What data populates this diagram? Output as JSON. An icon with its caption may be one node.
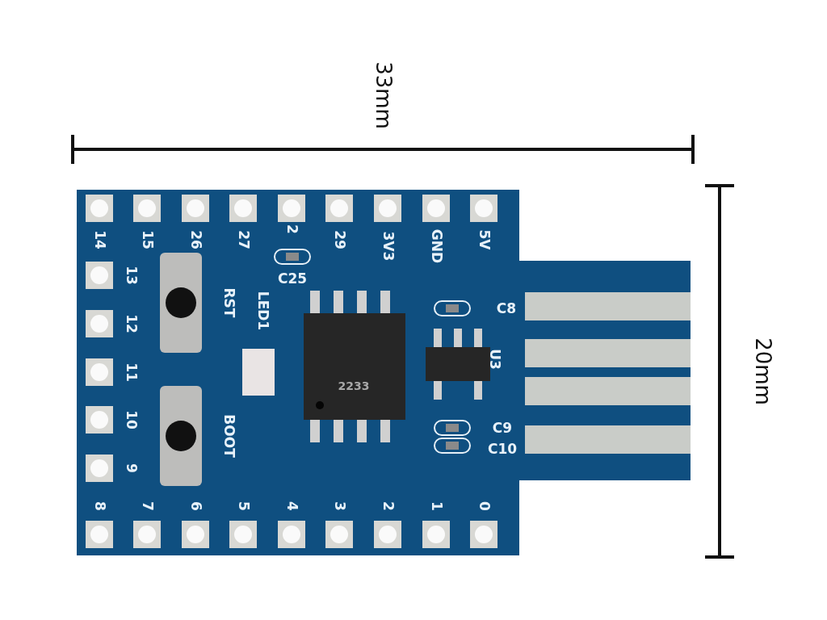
{
  "diagram": {
    "labels": [
      "33mm",
      "20mm",
      "14",
      "15",
      "26",
      "27",
      "2",
      "29",
      "3V3",
      "GND",
      "5V",
      "13",
      "12",
      "11",
      "10",
      "9",
      "8",
      "7",
      "6",
      "5",
      "4",
      "3",
      "2",
      "1",
      "0",
      "RST",
      "BOOT",
      "LED1",
      "C25",
      "C8",
      "U3",
      "C9",
      "C10",
      "2233"
    ]
  }
}
